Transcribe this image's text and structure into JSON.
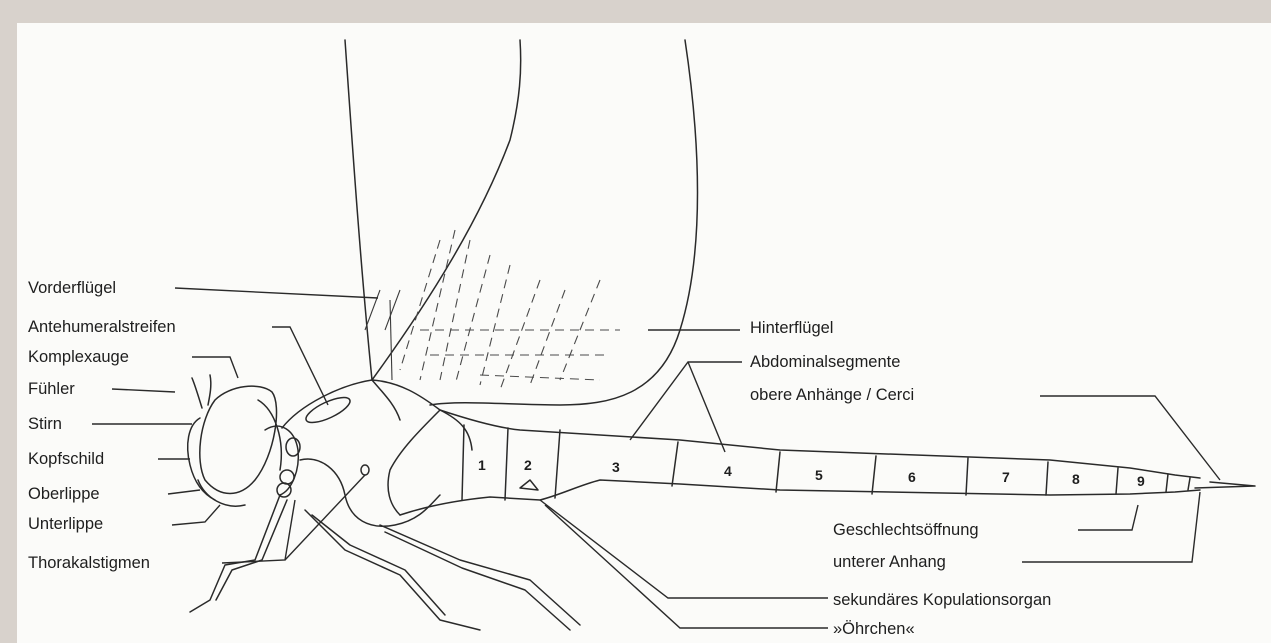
{
  "labels_left": {
    "vorderfluegel": "Vorderflügel",
    "antehumeralstreifen": "Antehumeralstreifen",
    "komplexauge": "Komplexauge",
    "fuehler": "Fühler",
    "stirn": "Stirn",
    "kopfschild": "Kopfschild",
    "oberlippe": "Oberlippe",
    "unterlippe": "Unterlippe",
    "thorakalstigmen": "Thorakalstigmen"
  },
  "labels_right": {
    "hinterfluegel": "Hinterflügel",
    "abdominalsegmente": "Abdominalsegmente",
    "cerci": "obere Anhänge / Cerci",
    "geschlechtsoeffnung": "Geschlechtsöffnung",
    "unterer_anhang": "unterer Anhang",
    "kopulationsorgan": "sekundäres Kopulationsorgan",
    "oehrchen": "»Öhrchen«"
  },
  "segments": [
    "1",
    "2",
    "3",
    "4",
    "5",
    "6",
    "7",
    "8",
    "9"
  ]
}
